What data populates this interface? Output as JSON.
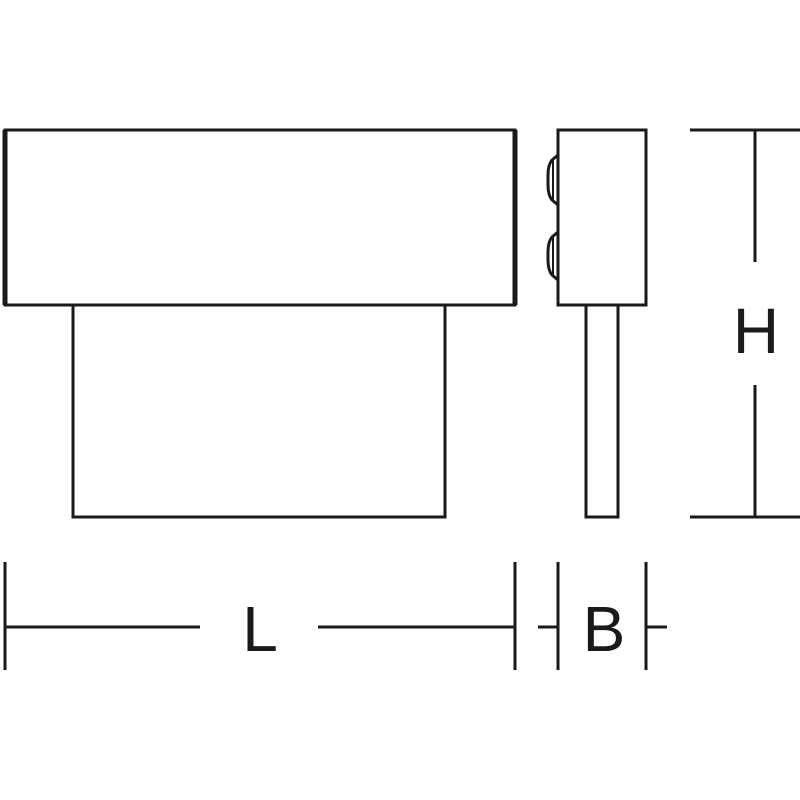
{
  "diagram": {
    "dimensions": {
      "length_label": "L",
      "width_label": "B",
      "height_label": "H"
    },
    "colors": {
      "line": "#1a1a1a",
      "background": "#ffffff"
    }
  }
}
